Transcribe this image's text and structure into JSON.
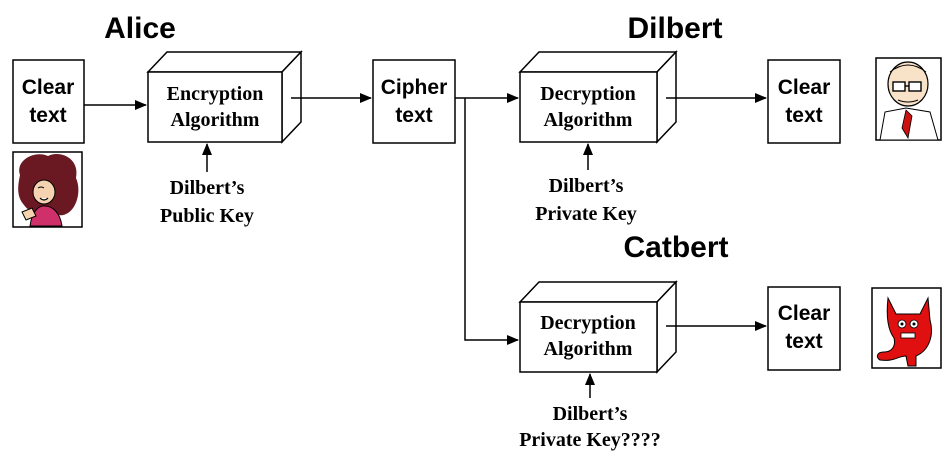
{
  "actors": {
    "alice": "Alice",
    "dilbert": "Dilbert",
    "catbert": "Catbert"
  },
  "alice_cleartext": [
    "Clear",
    "text"
  ],
  "encryption": {
    "box": [
      "Encryption",
      "Algorithm"
    ],
    "key": [
      "Dilbert’s",
      "Public Key"
    ]
  },
  "ciphertext": [
    "Cipher",
    "text"
  ],
  "dilbert_decryption": {
    "box": [
      "Decryption",
      "Algorithm"
    ],
    "key": [
      "Dilbert’s",
      "Private Key"
    ]
  },
  "dilbert_cleartext": [
    "Clear",
    "text"
  ],
  "catbert_decryption": {
    "box": [
      "Decryption",
      "Algorithm"
    ],
    "key": [
      "Dilbert’s",
      "Private Key????"
    ]
  },
  "catbert_cleartext": [
    "Clear",
    "text"
  ],
  "icons": {
    "alice": "alice-cartoon-icon",
    "dilbert": "dilbert-cartoon-icon",
    "catbert": "catbert-cartoon-icon"
  },
  "colors": {
    "stroke": "#000000",
    "alice_hair": "#6a1822",
    "alice_shirt": "#d0306a",
    "catbert_body": "#e01010",
    "dilbert_tie": "#cc1111"
  }
}
